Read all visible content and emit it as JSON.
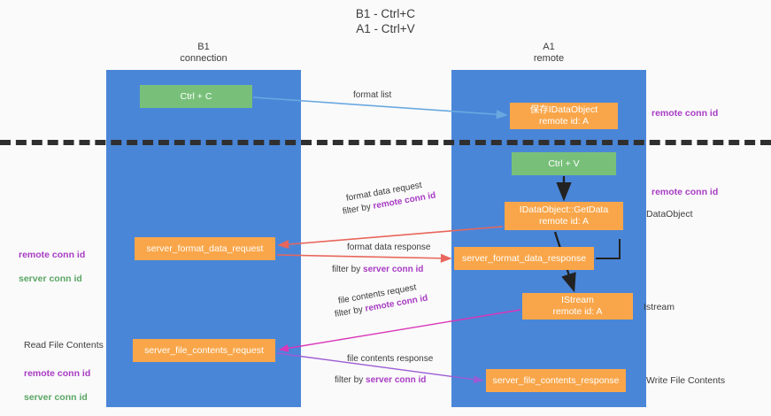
{
  "title": "B1 - Ctrl+C\nA1 - Ctrl+V",
  "columns": {
    "left": "B1\nconnection",
    "right": "A1\nremote"
  },
  "boxes": {
    "ctrl_c": "Ctrl + C",
    "data_object": "保存IDataObject\nremote id: A",
    "ctrl_v": "Ctrl + V",
    "get_data": "IDataObject::GetData\nremote id: A",
    "server_format_data_request": "server_format_data_request",
    "server_format_data_response": "server_format_data_response",
    "istream": "IStream\nremote id: A",
    "server_file_contents_request": "server_file_contents_request",
    "server_file_contents_response": "server_file_contents_response"
  },
  "edge_labels": {
    "format_list": "format list",
    "format_data_request": "format data request",
    "format_data_request_filter_prefix": "filter by ",
    "format_data_request_filter_key": "remote conn id",
    "format_data_response": "format data response",
    "format_data_response_filter_prefix": "filter by ",
    "format_data_response_filter_key": "server conn id",
    "file_contents_request": "file contents request",
    "file_contents_request_filter_prefix": "filter by ",
    "file_contents_request_filter_key": "remote conn id",
    "file_contents_response": "file contents response",
    "file_contents_response_filter_prefix": "filter by ",
    "file_contents_response_filter_key": "server conn id"
  },
  "annotations": {
    "right_remote_conn_id_top": "remote conn id",
    "right_remote_conn_id_mid": "remote conn id",
    "right_dataobject": "DataObject",
    "right_istream": "Istream",
    "right_write_file_contents": "Write File Contents",
    "left_remote_conn_id": "remote conn id",
    "left_server_conn_id": "server conn id",
    "left_read_file_contents": "Read File Contents",
    "left_remote_conn_id_2": "remote conn id",
    "left_server_conn_id_2": "server conn id"
  },
  "colors": {
    "lane": "#4a86d8",
    "green_box": "#78c07a",
    "orange_box": "#f9a64a",
    "purple_text": "#a83bc4",
    "green_text": "#5aa564",
    "arrow_blue": "#6aa9e0",
    "arrow_red": "#e8665b",
    "arrow_magenta": "#d936b8",
    "arrow_purple": "#9b5bd4",
    "arrow_black": "#222222",
    "divider": "#2f2f2f",
    "background": "#fafafa"
  }
}
